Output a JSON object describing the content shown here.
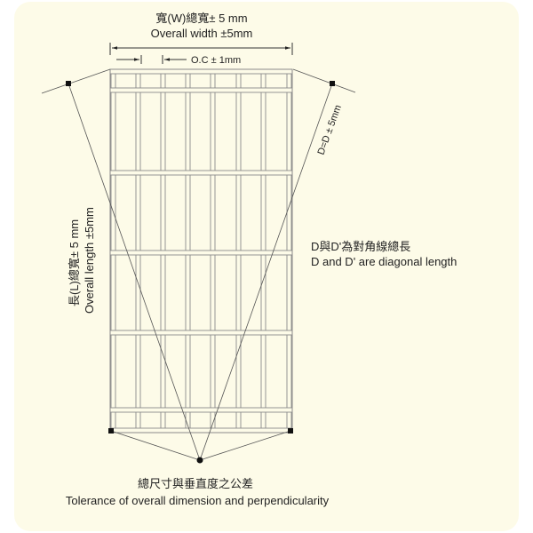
{
  "labels": {
    "width_zh": "寬(W)總寬± 5 mm",
    "width_en": "Overall width ±5mm",
    "oc": "O.C ± 1mm",
    "length_zh": "長(L)總寬± 5 mm",
    "length_en": "Overall length ±5mm",
    "diagonal_tol": "D=D ± 5mm",
    "diagonal_zh": "D與D'為對角線總長",
    "diagonal_en": "D and D' are diagonal length",
    "tolerance_zh": "總尺寸與垂直度之公差",
    "tolerance_en": "Tolerance of overall dimension and perpendicularity"
  },
  "colors": {
    "background": "#fdfbe8",
    "line": "#555555",
    "bar": "#8a8a8a"
  }
}
